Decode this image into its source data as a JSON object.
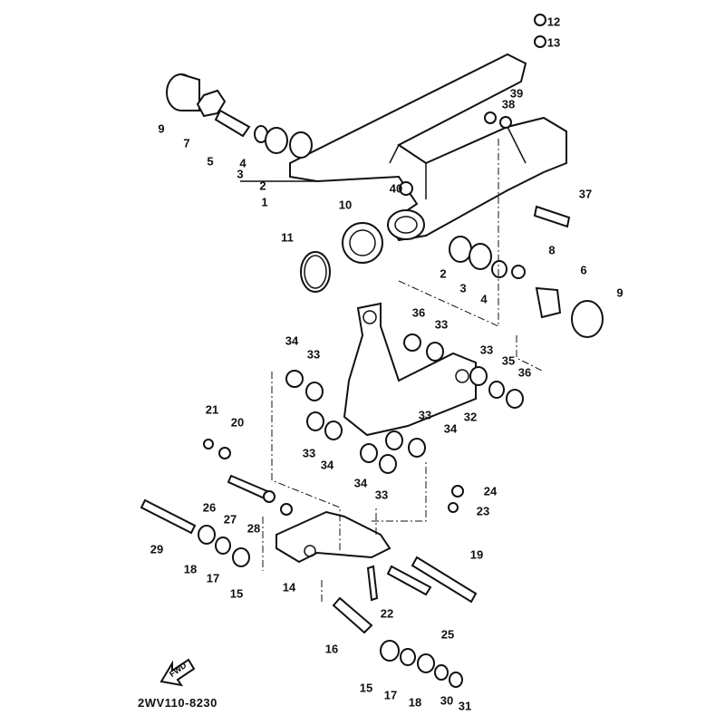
{
  "diagram": {
    "drawing_code": "2WV110-8230",
    "direction_arrow_text": "FWD",
    "callouts": [
      "12",
      "13",
      "9",
      "7",
      "5",
      "4",
      "3",
      "2",
      "1",
      "39",
      "38",
      "40",
      "37",
      "10",
      "11",
      "8",
      "6",
      "9",
      "2",
      "3",
      "4",
      "36",
      "33",
      "34",
      "33",
      "33",
      "35",
      "36",
      "32",
      "21",
      "20",
      "33",
      "34",
      "33",
      "34",
      "34",
      "33",
      "24",
      "23",
      "26",
      "27",
      "28",
      "29",
      "19",
      "18",
      "17",
      "15",
      "14",
      "22",
      "25",
      "16",
      "15",
      "17",
      "18",
      "30",
      "31"
    ]
  }
}
